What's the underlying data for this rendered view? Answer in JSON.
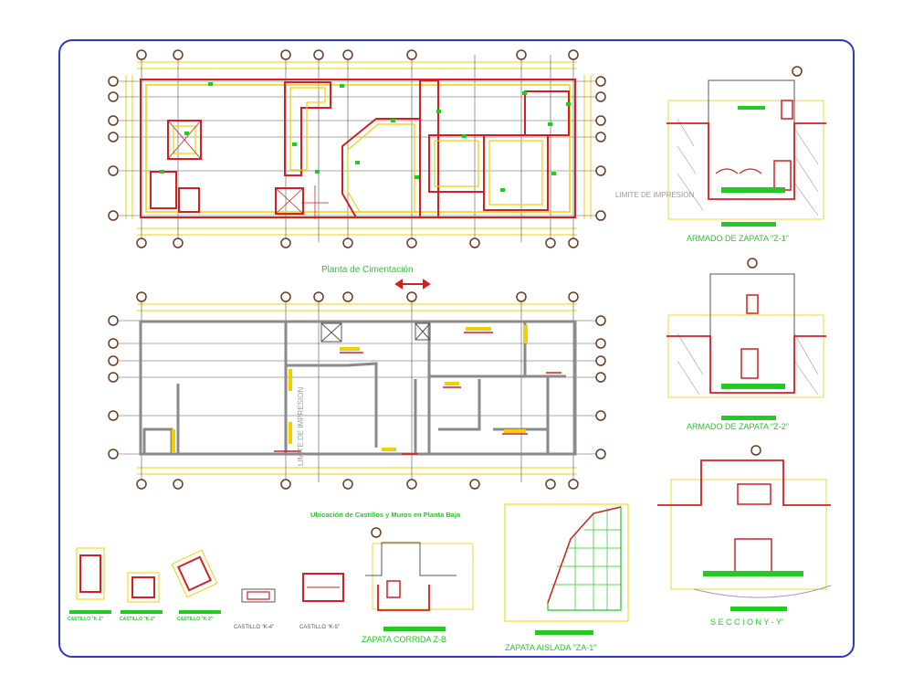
{
  "colors": {
    "background": "#ffffff",
    "frame": "#2a36c8",
    "walls": "#d42020",
    "dims": "#f0d000",
    "green": "#1fcc1f",
    "grid": "#6b3a1f",
    "gray": "#8a8a8a"
  },
  "plans": {
    "top_title": "Planta de Cimentación",
    "bottom_title": "Ubicación de Castillos y Muros en Planta Baja",
    "watermark": "LIMITE DE IMPRESION"
  },
  "details": {
    "z1_title": "ARMADO DE ZAPATA \"Z-1\"",
    "z2_title": "ARMADO DE ZAPATA \"Z-2\"",
    "section_title": "S E C C I O N   Y - Y'",
    "zc_title": "ZAPATA CORRIDA Z-B",
    "za_title": "ZAPATA AISLADA \"ZA-1\""
  },
  "castillos": [
    {
      "label": "CASTILLO \"K-1\""
    },
    {
      "label": "CASTILLO \"K-2\""
    },
    {
      "label": "CASTILLO \"K-3\""
    },
    {
      "label": "CASTILLO \"K-4\""
    },
    {
      "label": "CASTILLO \"K-5\""
    }
  ]
}
